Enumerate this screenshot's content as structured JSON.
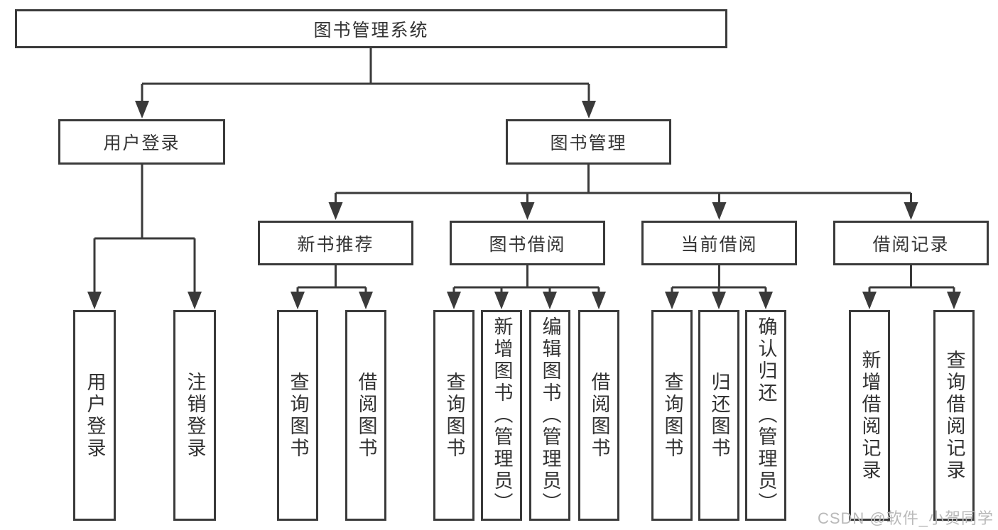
{
  "diagram": {
    "root": {
      "label": "图书管理系统"
    },
    "children": [
      {
        "label": "用户登录",
        "children": [
          {
            "label": "用户登录"
          },
          {
            "label": "注销登录"
          }
        ]
      },
      {
        "label": "图书管理",
        "children": [
          {
            "label": "新书推荐",
            "children": [
              {
                "label": "查询图书"
              },
              {
                "label": "借阅图书"
              }
            ]
          },
          {
            "label": "图书借阅",
            "children": [
              {
                "label": "查询图书"
              },
              {
                "label": "新增图书（管理员）"
              },
              {
                "label": "编辑图书（管理员）"
              },
              {
                "label": "借阅图书"
              }
            ]
          },
          {
            "label": "当前借阅",
            "children": [
              {
                "label": "查询图书"
              },
              {
                "label": "归还图书"
              },
              {
                "label": "确认归还（管理员）"
              }
            ]
          },
          {
            "label": "借阅记录",
            "children": [
              {
                "label": "新增借阅记录"
              },
              {
                "label": "查询借阅记录"
              }
            ]
          }
        ]
      }
    ]
  },
  "watermark": {
    "text": "CSDN @软件_小贺同学"
  },
  "colors": {
    "line": "#3a3a3a",
    "text": "#333333",
    "watermark": "#b9b9b9",
    "background": "#ffffff"
  }
}
